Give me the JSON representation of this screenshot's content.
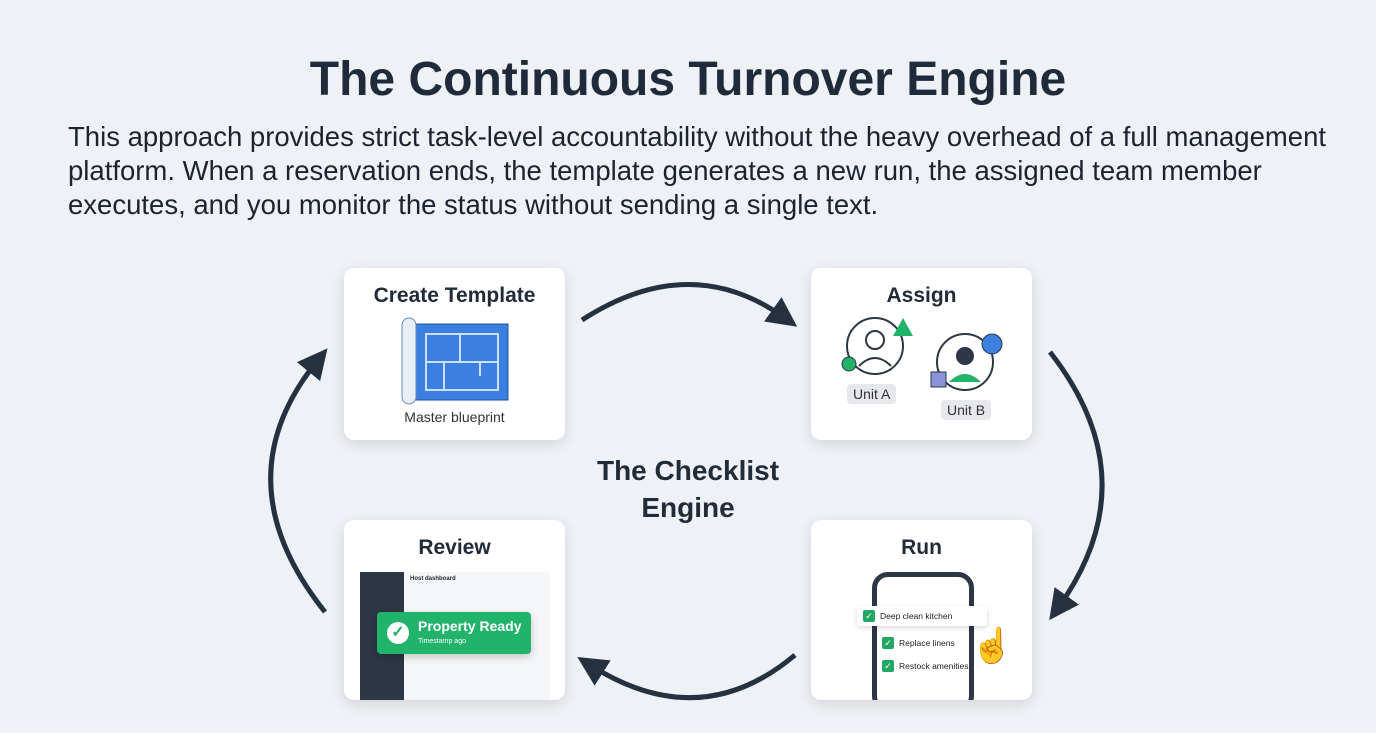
{
  "title": "The Continuous Turnover Engine",
  "description": "This approach provides strict task-level accountability without the heavy overhead of a full management platform. When a reservation ends, the template generates a new run, the assigned team member executes, and you monitor the status without sending a single text.",
  "center_label": "The Checklist Engine",
  "steps": [
    {
      "title": "Create Template",
      "caption": "Master blueprint"
    },
    {
      "title": "Assign",
      "units": [
        "Unit A",
        "Unit B"
      ]
    },
    {
      "title": "Review",
      "dashboard_title": "Host dashboard",
      "toast_title": "Property Ready",
      "toast_sub": "Timestamp ago"
    },
    {
      "title": "Run",
      "tasks": [
        "Deep clean kitchen",
        "Replace linens",
        "Restock amenities"
      ]
    }
  ],
  "colors": {
    "arrow": "#253040",
    "accent_green": "#22b36b",
    "blueprint": "#3b7fe0"
  }
}
